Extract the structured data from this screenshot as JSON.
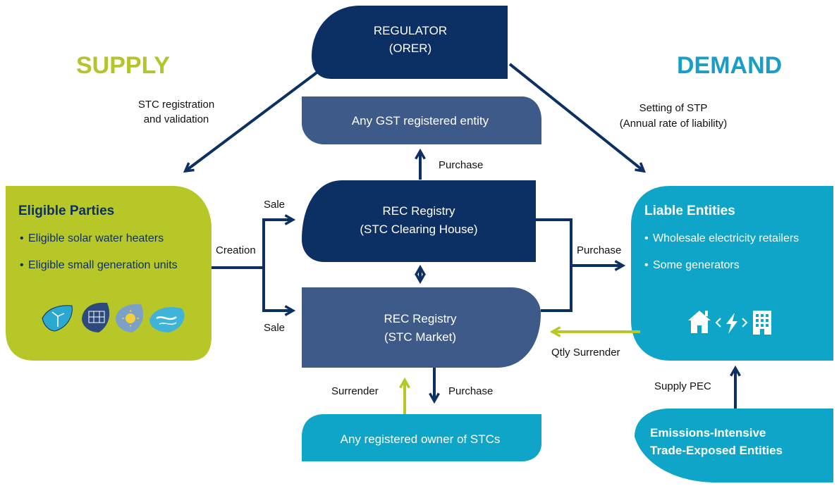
{
  "headings": {
    "supply": "SUPPLY",
    "demand": "DEMAND"
  },
  "regulator": {
    "line1": "REGULATOR",
    "line2": "(ORER)"
  },
  "gst_entity": "Any GST registered entity",
  "clearing_house": {
    "line1": "REC Registry",
    "line2": "(STC Clearing House)"
  },
  "stc_market": {
    "line1": "REC Registry",
    "line2": "(STC Market)"
  },
  "registered_owner": "Any registered owner of STCs",
  "eligible_parties": {
    "title": "Eligible Parties",
    "items": [
      "Eligible solar water heaters",
      "Eligible small generation units"
    ],
    "icons": [
      "wind-icon",
      "solar-panel-icon",
      "sun-icon",
      "water-icon"
    ]
  },
  "liable_entities": {
    "title": "Liable Entities",
    "items": [
      "Wholesale electricity retailers",
      "Some generators"
    ],
    "icons": [
      "house-icon",
      "electricity-icon",
      "building-icon"
    ]
  },
  "eite": {
    "line1": "Emissions-Intensive",
    "line2": "Trade-Exposed Entities"
  },
  "labels": {
    "stc_reg_1": "STC registration",
    "stc_reg_2": "and validation",
    "setting_stp_1": "Setting of STP",
    "setting_stp_2": "(Annual rate of liability)",
    "purchase_top": "Purchase",
    "sale_top": "Sale",
    "creation": "Creation",
    "sale_bottom": "Sale",
    "purchase_right": "Purchase",
    "qtly_surrender": "Qtly Surrender",
    "surrender": "Surrender",
    "purchase_bottom": "Purchase",
    "supply_pec": "Supply PEC"
  },
  "colors": {
    "navy": "#0d3064",
    "slate": "#3d5a88",
    "cyan": "#0ea5c9",
    "lime": "#b8c728",
    "supply_heading": "#b3c52a",
    "demand_heading": "#1a9ec6"
  }
}
